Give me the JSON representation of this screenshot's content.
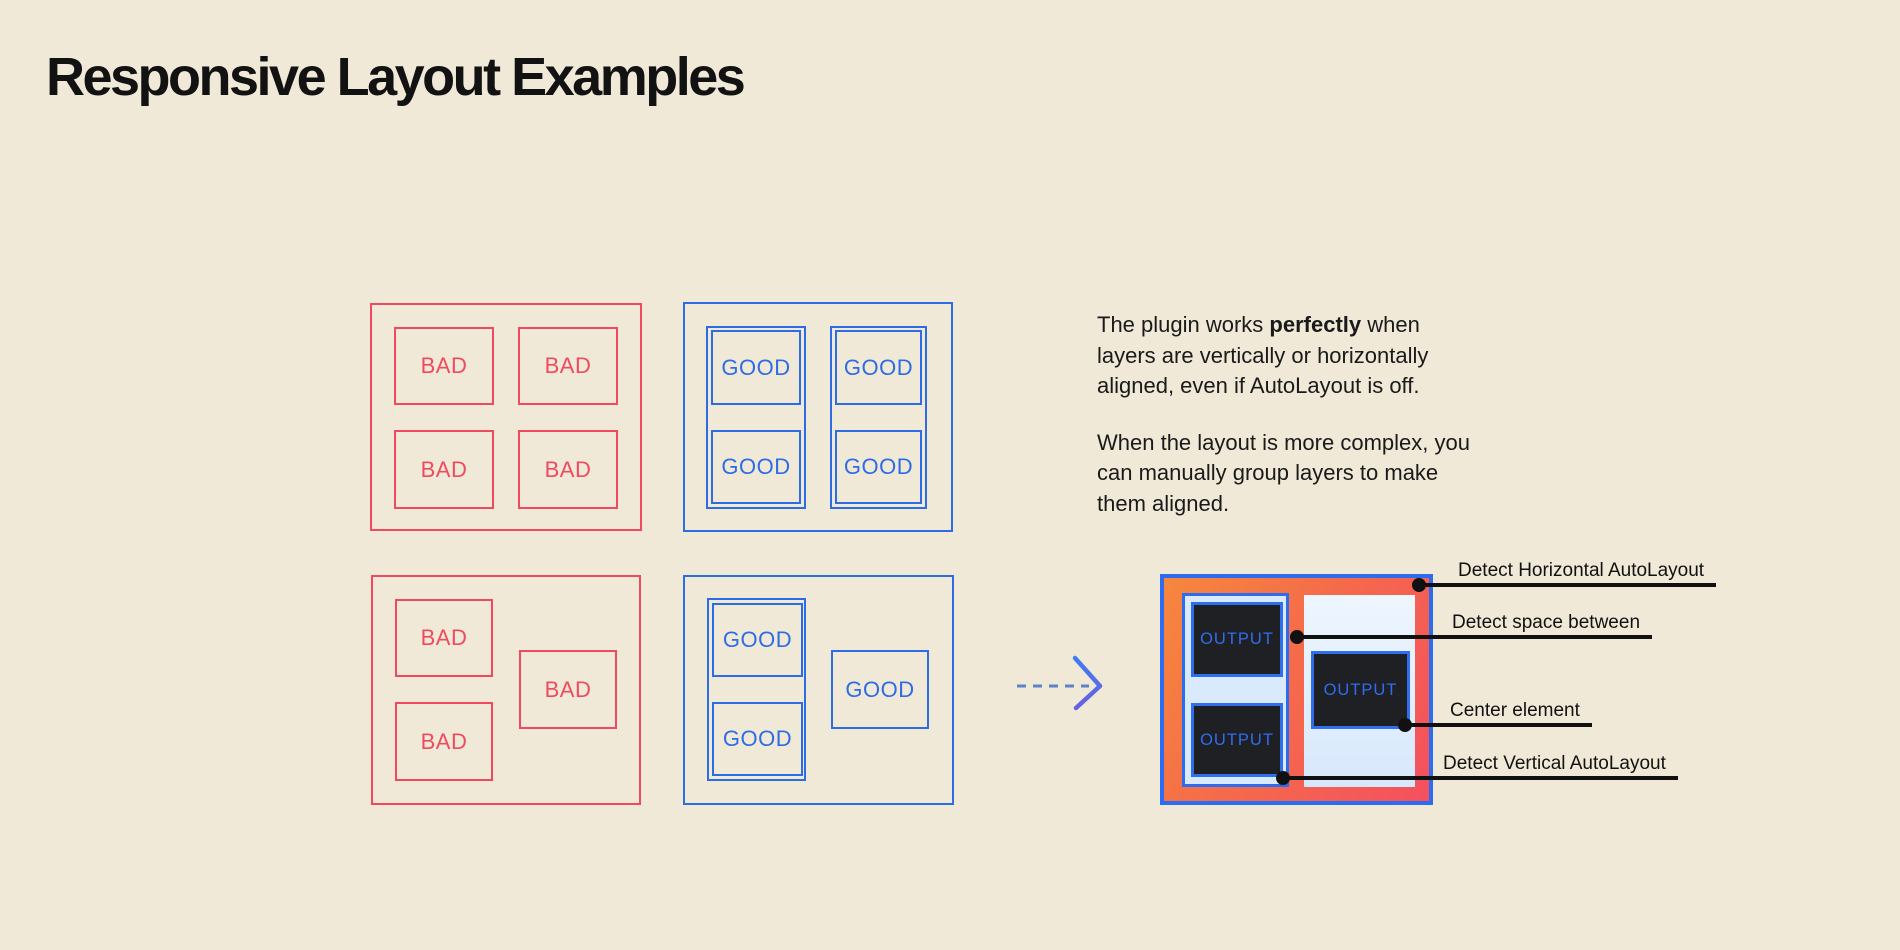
{
  "page": {
    "title": "Responsive Layout Examples"
  },
  "examples": {
    "bad_grid": {
      "items": [
        "BAD",
        "BAD",
        "BAD",
        "BAD"
      ]
    },
    "good_grid": {
      "items": [
        "GOOD",
        "GOOD",
        "GOOD",
        "GOOD"
      ]
    },
    "bad_scattered": {
      "items": [
        "BAD",
        "BAD",
        "BAD"
      ]
    },
    "good_scattered": {
      "items": [
        "GOOD",
        "GOOD",
        "GOOD"
      ]
    }
  },
  "description": {
    "paragraph1_lines": [
      "The plugin works **perfectly** when",
      "layers are vertically or horizontally",
      "aligned, even if AutoLayout is off."
    ],
    "paragraph2_lines": [
      "When the layout is more complex, you",
      "can manually group layers to make",
      "them aligned."
    ]
  },
  "output_preview": {
    "boxes": [
      "OUTPUT",
      "OUTPUT",
      "OUTPUT"
    ]
  },
  "annotations": {
    "horizontal": "Detect Horizontal AutoLayout",
    "space_between": "Detect space between",
    "center": "Center element",
    "vertical": "Detect Vertical AutoLayout"
  },
  "colors": {
    "background": "#f0e9d8",
    "bad_red": "#ef4a5e",
    "good_blue": "#2e6ce6",
    "output_border_blue": "#2b6cf0",
    "gradient_orange": "#f6873d",
    "gradient_red": "#f4505f",
    "panel_light_blue": "#d9eafc",
    "dark_box": "#1f2024",
    "annotation_black": "#111111"
  }
}
